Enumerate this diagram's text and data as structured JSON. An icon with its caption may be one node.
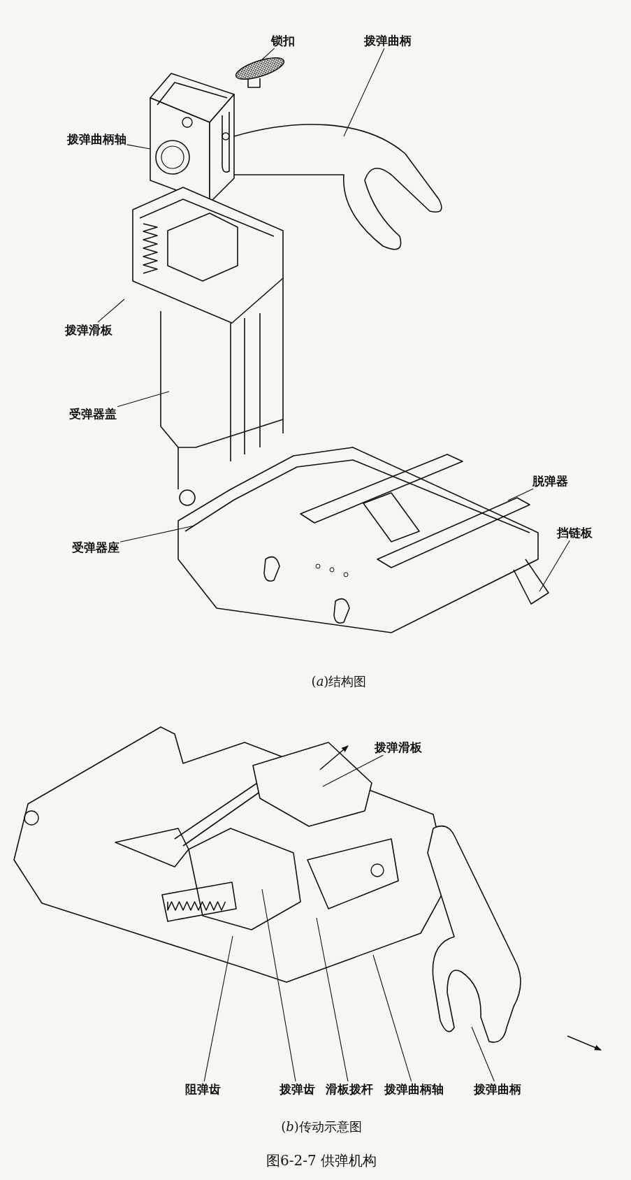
{
  "diagram": {
    "caption": "图6-2-7 供弹机构",
    "nodes": [
      {
        "text": [
          "锁扣"
        ]
      },
      {
        "text": [
          "拨弹曲柄"
        ]
      },
      {
        "text": [
          "拨弹曲柄轴"
        ]
      },
      {
        "text": [
          "拨弹滑板"
        ]
      },
      {
        "text": [
          "受弹器盖"
        ]
      },
      {
        "text": [
          "脱弹器"
        ]
      },
      {
        "text": [
          "挡链板"
        ]
      },
      {
        "text": [
          "受弹器座"
        ]
      },
      {
        "text": [
          "拨弹滑板"
        ]
      },
      {
        "text": [
          "阻弹齿"
        ]
      },
      {
        "text": [
          "拨弹齿"
        ]
      },
      {
        "text": [
          "滑板拨杆"
        ]
      },
      {
        "text": [
          "拨弹曲柄轴"
        ]
      },
      {
        "text": [
          "拨弹曲柄"
        ]
      }
    ],
    "edges": [
      {
        "from": 0,
        "to": null,
        "arrow": "none"
      },
      {
        "from": 1,
        "to": null,
        "arrow": "none"
      },
      {
        "from": 2,
        "to": null,
        "arrow": "none"
      },
      {
        "from": 3,
        "to": null,
        "arrow": "none"
      },
      {
        "from": 4,
        "to": null,
        "arrow": "none"
      },
      {
        "from": 5,
        "to": null,
        "arrow": "none"
      },
      {
        "from": 6,
        "to": null,
        "arrow": "none"
      },
      {
        "from": 7,
        "to": null,
        "arrow": "none"
      },
      {
        "from": 8,
        "to": null,
        "arrow": "none"
      },
      {
        "from": 9,
        "to": null,
        "arrow": "none"
      },
      {
        "from": 10,
        "to": null,
        "arrow": "none"
      },
      {
        "from": 11,
        "to": null,
        "arrow": "none"
      },
      {
        "from": 12,
        "to": null,
        "arrow": "none"
      },
      {
        "from": 13,
        "to": null,
        "arrow": "none"
      }
    ],
    "labels": [
      "(*a*)结构图",
      "(*b*)传动示意图"
    ]
  }
}
